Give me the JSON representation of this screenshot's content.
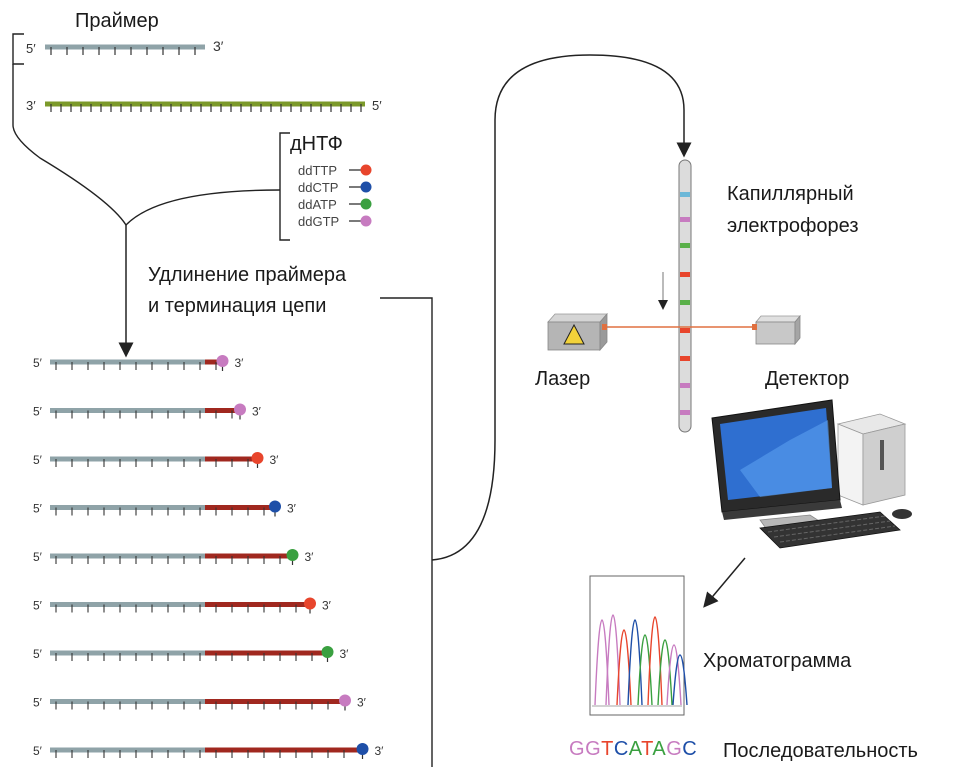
{
  "labels": {
    "primer": "Праймер",
    "dntp": "дНТФ",
    "extension_line1": "Удлинение праймера",
    "extension_line2": "и терминация цепи",
    "capillary_line1": "Капиллярный",
    "capillary_line2": "электрофорез",
    "laser": "Лазер",
    "detector": "Детектор",
    "chromatogram": "Хроматограмма",
    "sequence_label": "Последовательность",
    "five_prime": "5′",
    "three_prime": "3′"
  },
  "nucleotides": [
    {
      "name": "ddTTP",
      "color": "#e8452c"
    },
    {
      "name": "ddCTP",
      "color": "#1e4fa8"
    },
    {
      "name": "ddATP",
      "color": "#3aa040"
    },
    {
      "name": "ddGTP",
      "color": "#c77bc0"
    }
  ],
  "fragments": [
    "G",
    "G",
    "T",
    "C",
    "A",
    "T",
    "A",
    "G",
    "C"
  ],
  "sequence": [
    {
      "letter": "G",
      "color": "#c77bc0"
    },
    {
      "letter": "G",
      "color": "#c77bc0"
    },
    {
      "letter": "T",
      "color": "#e8452c"
    },
    {
      "letter": "C",
      "color": "#1e4fa8"
    },
    {
      "letter": "A",
      "color": "#3aa040"
    },
    {
      "letter": "T",
      "color": "#e8452c"
    },
    {
      "letter": "A",
      "color": "#3aa040"
    },
    {
      "letter": "G",
      "color": "#c77bc0"
    },
    {
      "letter": "C",
      "color": "#1e4fa8"
    }
  ],
  "colors": {
    "primer": "#8fa3a8",
    "template": "#7c9a2a",
    "extension": "#a0281f",
    "line": "#222222",
    "laser_beam": "#e07040"
  }
}
